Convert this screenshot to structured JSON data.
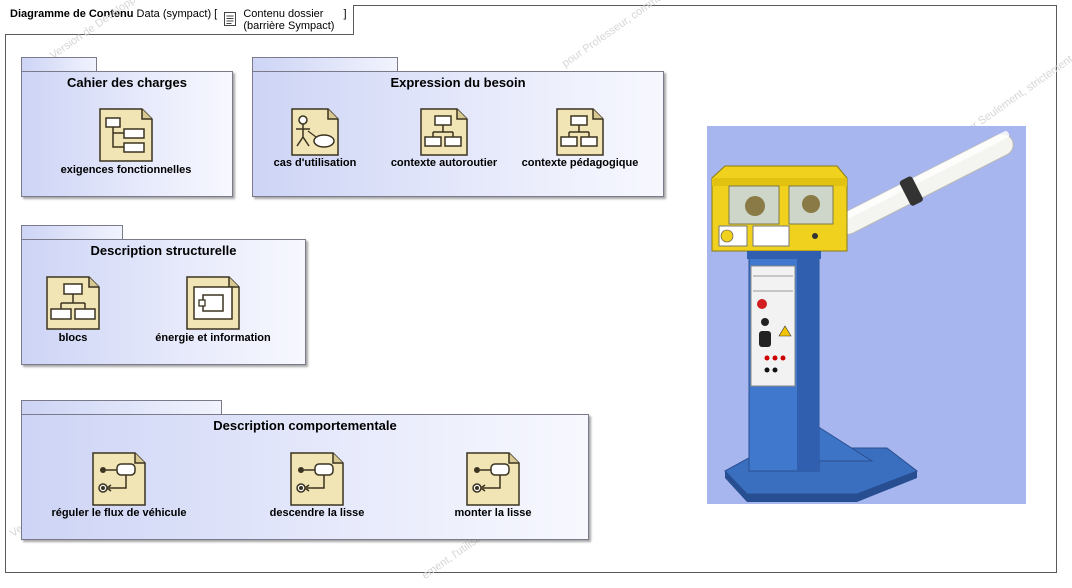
{
  "header": {
    "kind": "Diagramme de Contenu",
    "name": "Data (sympact)",
    "doc_line1": "Contenu dossier",
    "doc_line2": "(barrière Sympact)"
  },
  "packages": {
    "cahier": {
      "title": "Cahier des charges",
      "items": [
        "exigences fonctionnelles"
      ]
    },
    "besoin": {
      "title": "Expression du besoin",
      "items": [
        "cas d'utilisation",
        "contexte autoroutier",
        "contexte pédagogique"
      ]
    },
    "structurelle": {
      "title": "Description structurelle",
      "items": [
        "blocs",
        "énergie et information"
      ]
    },
    "comportementale": {
      "title": "Description comportementale",
      "items": [
        "réguler le flux de véhicule",
        "descendre la lisse",
        "monter la lisse"
      ]
    }
  },
  "colors": {
    "package_light": "#f7f8fe",
    "package_dark": "#cdd4f5",
    "icon_fill": "#f1e4b5",
    "photo_bg": "#a8b6f0"
  },
  "icons": {
    "exigences": "requirement-diagram-icon",
    "cas": "use-case-diagram-icon",
    "contexte": "block-diagram-icon",
    "blocs": "block-definition-diagram-icon",
    "energie": "internal-block-diagram-icon",
    "etat": "state-machine-diagram-icon"
  }
}
